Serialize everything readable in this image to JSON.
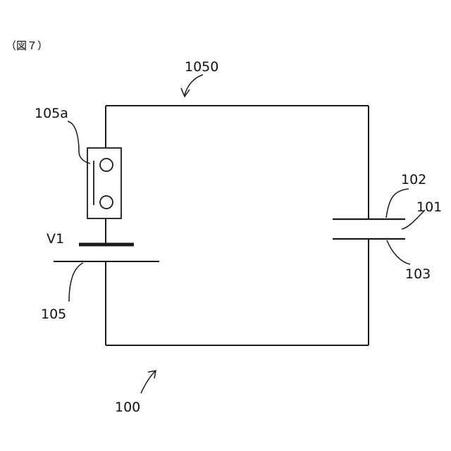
{
  "figure": {
    "caption": "（図７）"
  },
  "labels": {
    "circuit": "1050",
    "switch": "105a",
    "voltage": "V1",
    "battery": "105",
    "capacitor_top": "102",
    "capacitor_gap": "101",
    "capacitor_bottom": "103",
    "device": "100"
  },
  "colors": {
    "line": "#1a1a1a",
    "background": "#ffffff"
  }
}
